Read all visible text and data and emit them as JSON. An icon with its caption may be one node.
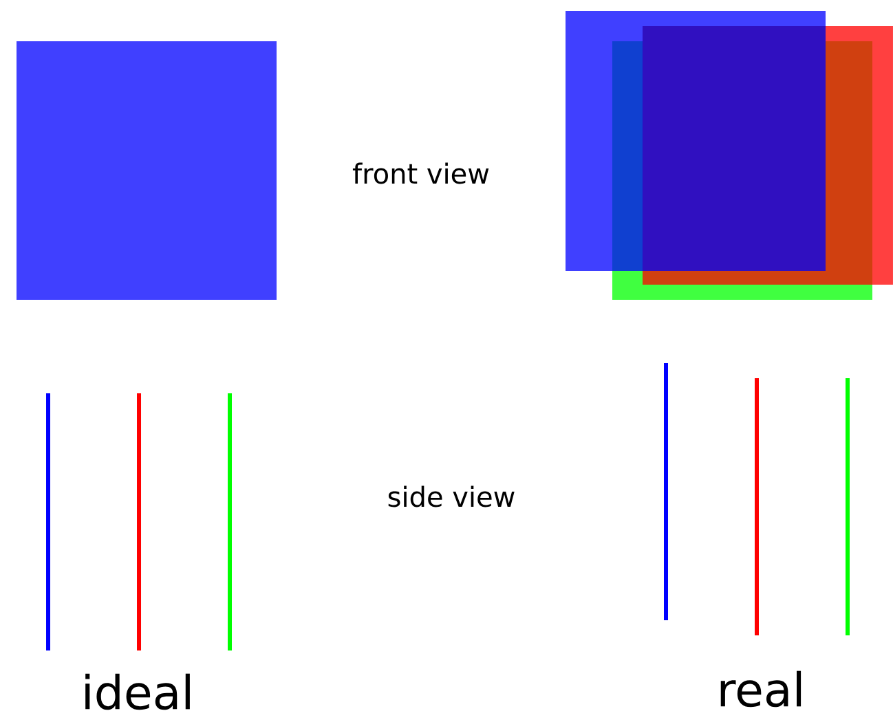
{
  "diagram": {
    "labels": [
      "front view",
      "side view",
      "ideal",
      "real"
    ]
  }
}
